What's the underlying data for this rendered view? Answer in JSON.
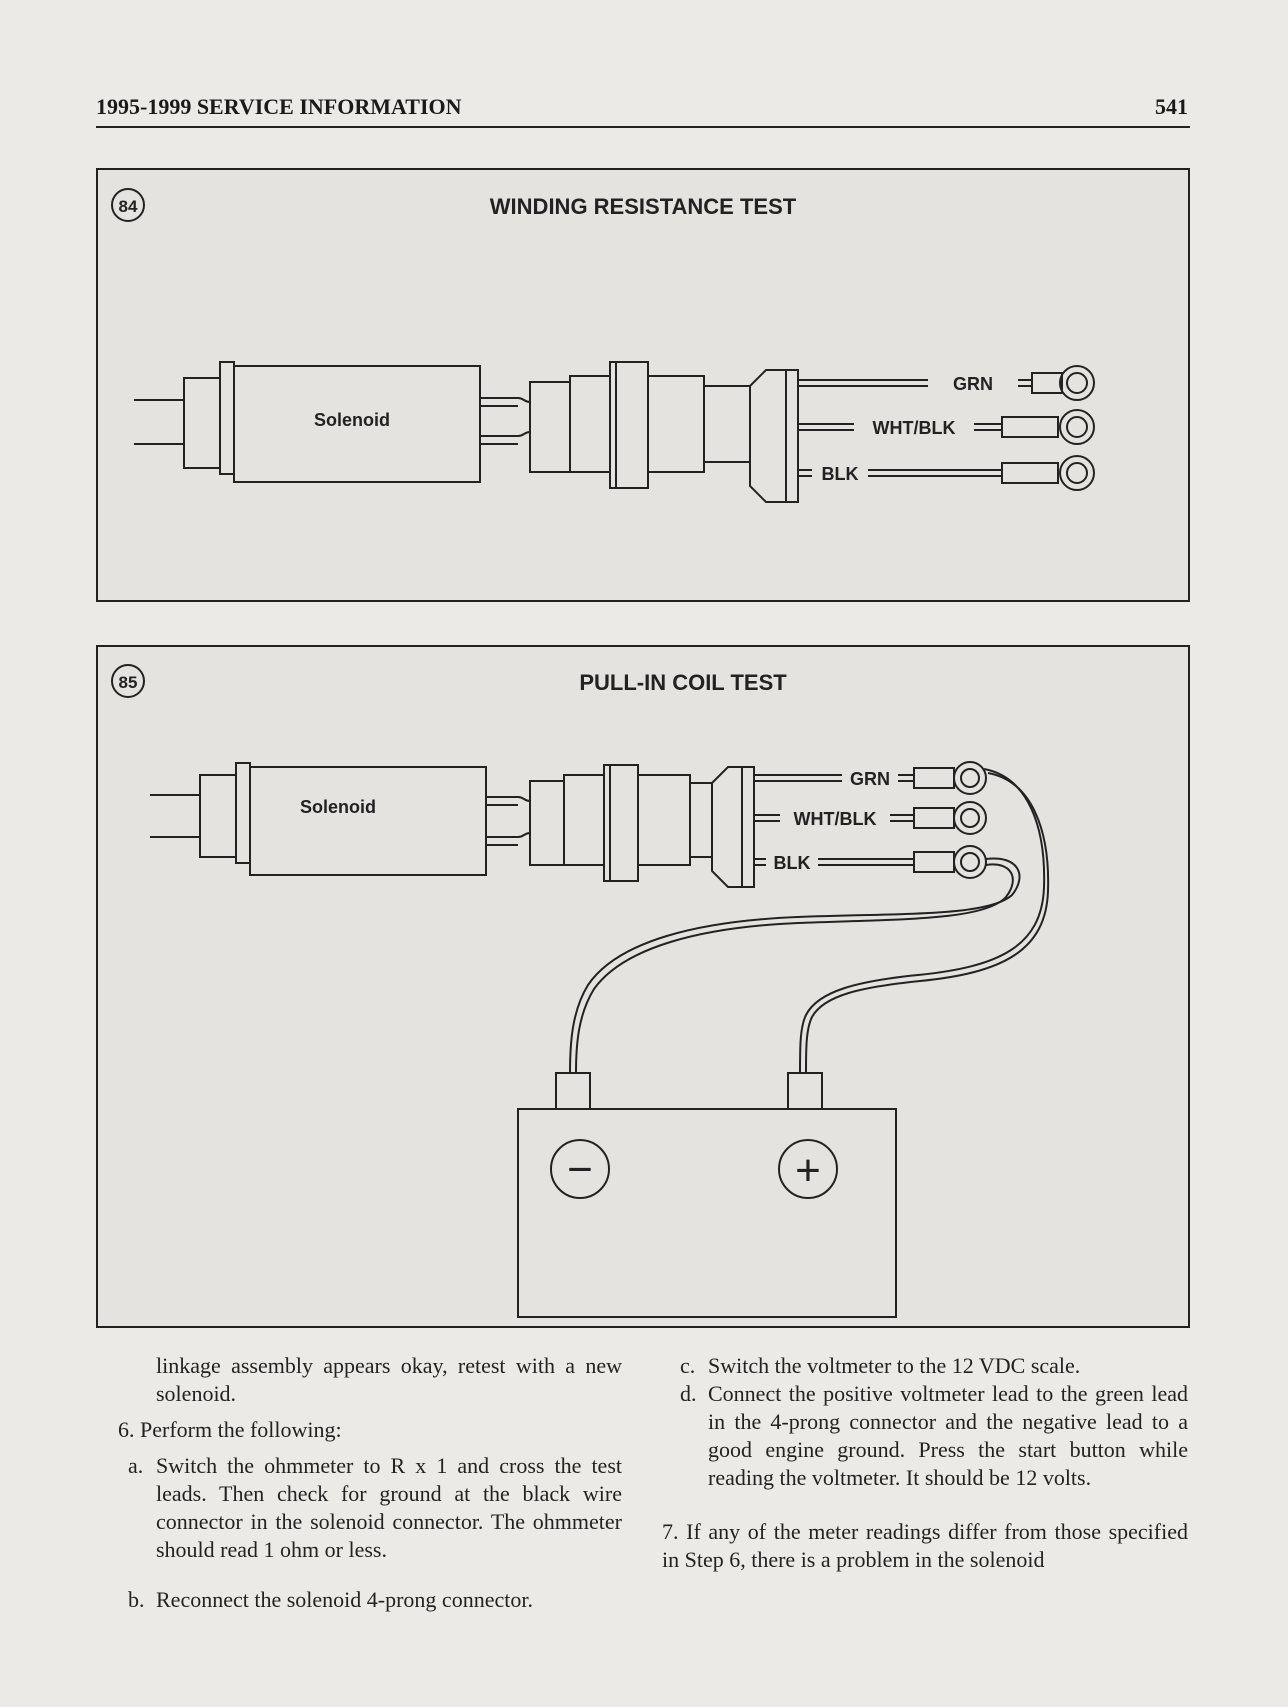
{
  "header": {
    "title": "1995-1999 SERVICE INFORMATION",
    "page_number": "541"
  },
  "figure84": {
    "number": "84",
    "title": "WINDING RESISTANCE TEST",
    "component_label": "Solenoid",
    "wires": [
      "GRN",
      "WHT/BLK",
      "BLK"
    ]
  },
  "figure85": {
    "number": "85",
    "title": "PULL-IN COIL TEST",
    "component_label": "Solenoid",
    "wires": [
      "GRN",
      "WHT/BLK",
      "BLK"
    ],
    "battery_negative": "−",
    "battery_positive": "+"
  },
  "text": {
    "left": {
      "continuation": "linkage assembly appears okay, retest with a new solenoid.",
      "step6": "6. Perform the following:",
      "step6a_label": "a.",
      "step6a": "Switch the ohmmeter to R x 1 and cross the test leads. Then check for ground at the black wire connector in the solenoid connector. The ohmmeter should read 1 ohm or less.",
      "step6b_label": "b.",
      "step6b": "Reconnect the solenoid 4-prong connector."
    },
    "right": {
      "step6c_label": "c.",
      "step6c": "Switch the voltmeter to the 12 VDC scale.",
      "step6d_label": "d.",
      "step6d": "Connect the positive voltmeter lead to the green lead in the 4-prong connector and the negative lead to a good engine ground. Press the start button while reading the voltmeter. It should be 12 volts.",
      "step7": "7. If any of the meter readings differ from those specified in Step 6, there is a problem in the solenoid"
    }
  }
}
